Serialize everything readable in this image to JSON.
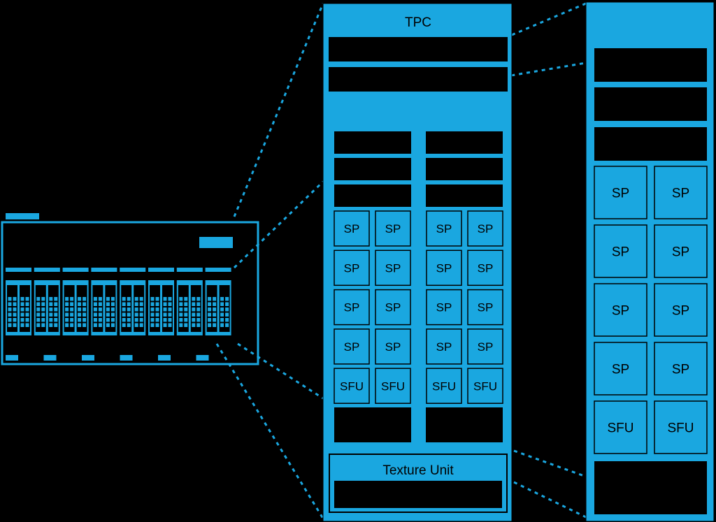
{
  "labels": {
    "tpc": "TPC",
    "texture_unit": "Texture Unit",
    "sp": "SP",
    "sfu": "SFU"
  },
  "colors": {
    "background": "#000000",
    "accent": "#1aa7e0",
    "line": "#000000"
  }
}
